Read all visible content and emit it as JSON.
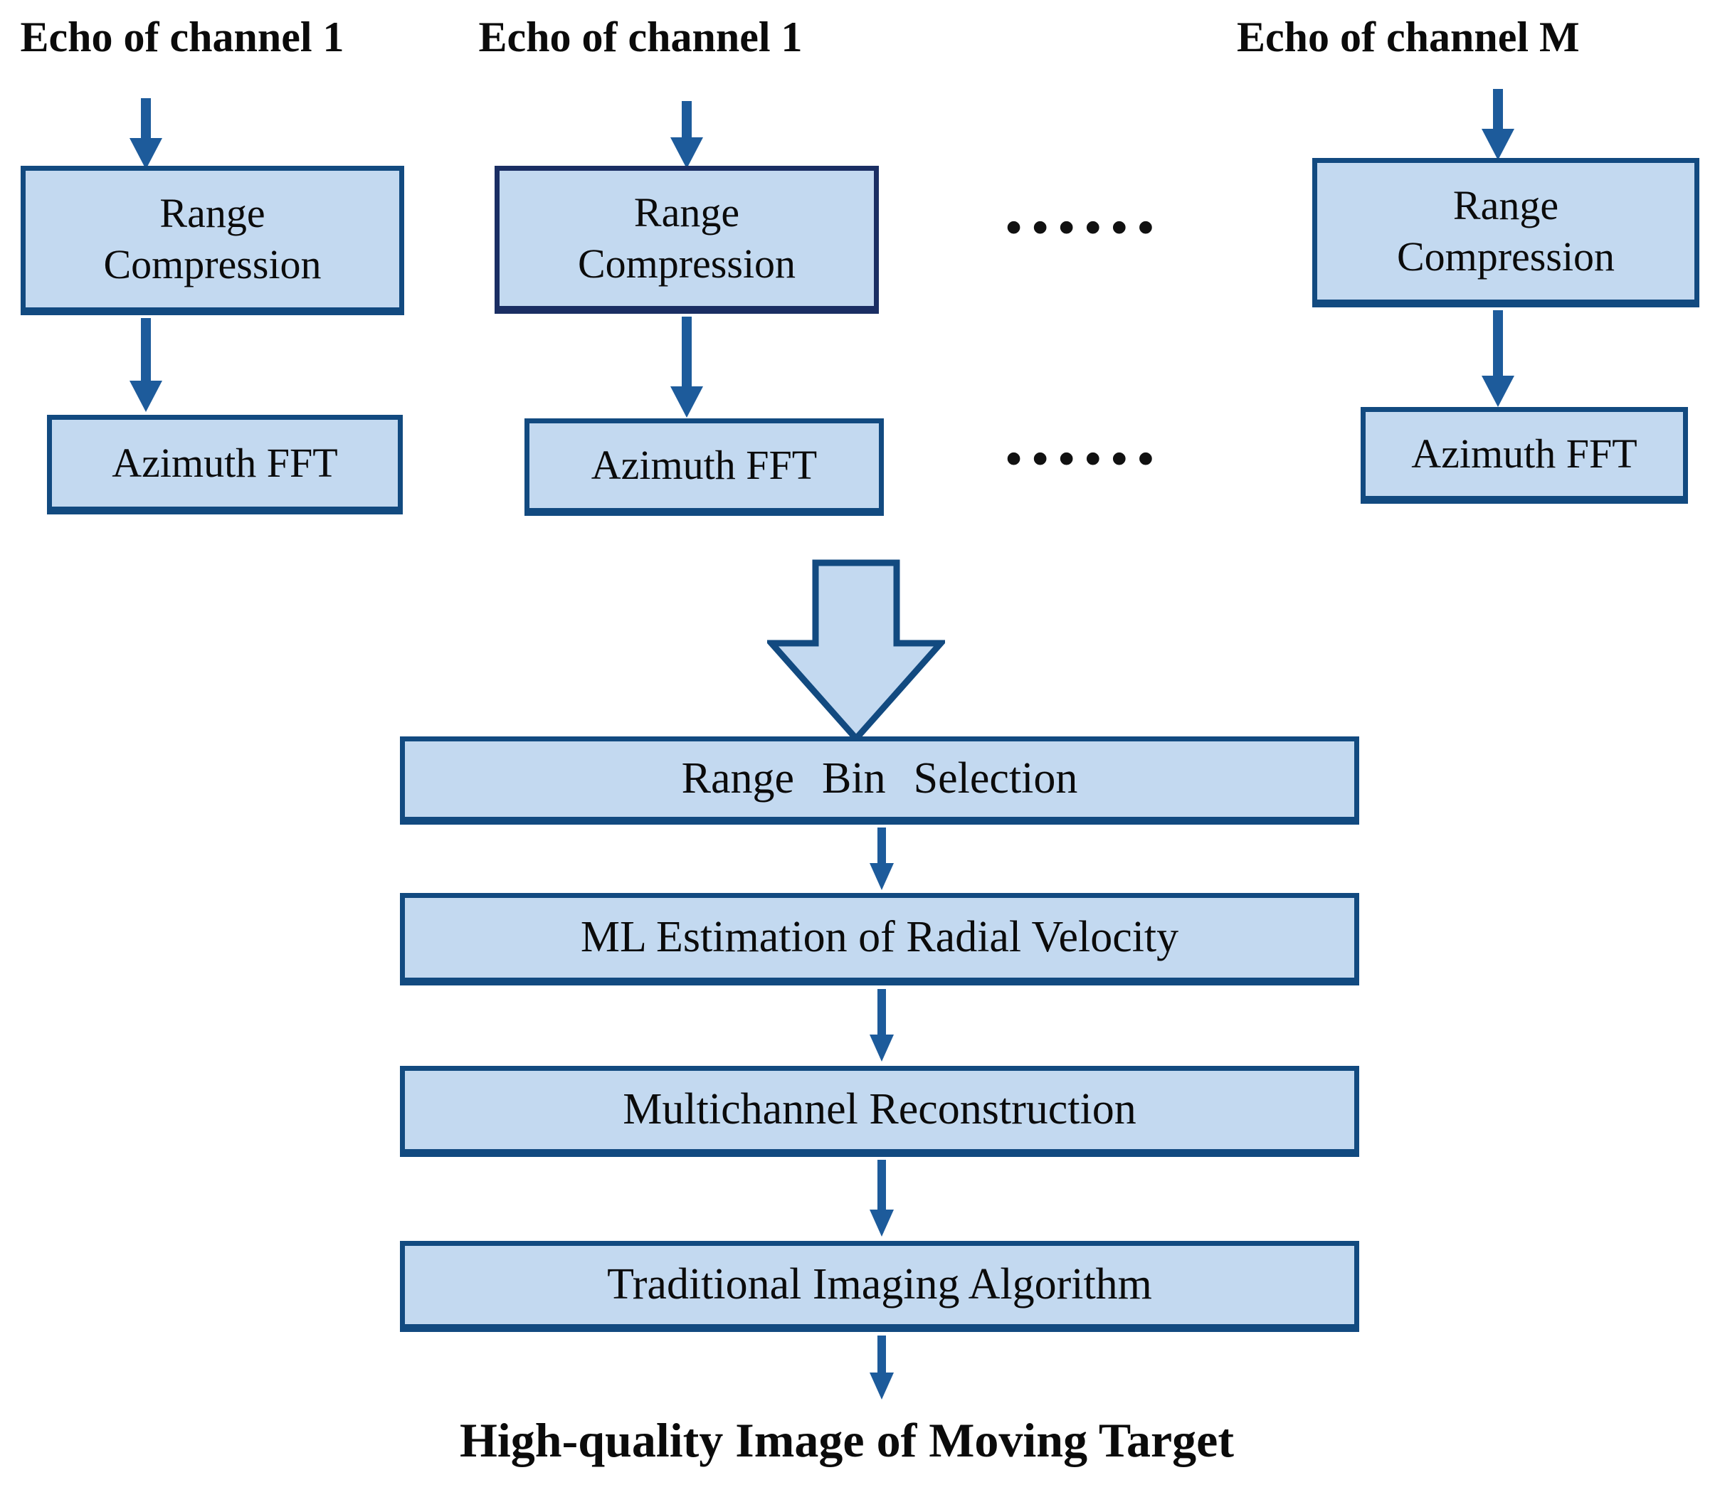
{
  "columns": [
    {
      "echo_label": "Echo of channel 1",
      "range_box": "Range Compression",
      "fft_box": "Azimuth FFT"
    },
    {
      "echo_label": "Echo of channel 1",
      "range_box": "Range Compression",
      "fft_box": "Azimuth FFT"
    },
    {
      "echo_label": "Echo of channel M",
      "range_box": "Range Compression",
      "fft_box": "Azimuth FFT"
    }
  ],
  "ellipsis": "......",
  "pipeline": [
    {
      "label": "Range Bin Selection"
    },
    {
      "label": "ML Estimation of Radial Velocity"
    },
    {
      "label": "Multichannel Reconstruction"
    },
    {
      "label": "Traditional Imaging Algorithm"
    }
  ],
  "output_label": "High-quality Image of Moving Target",
  "colors": {
    "box_fill": "#c3d9f0",
    "box_border": "#124a80",
    "box_border_dark": "#1a2e63",
    "arrow": "#1d5b9b",
    "text": "#0b0b0b"
  }
}
